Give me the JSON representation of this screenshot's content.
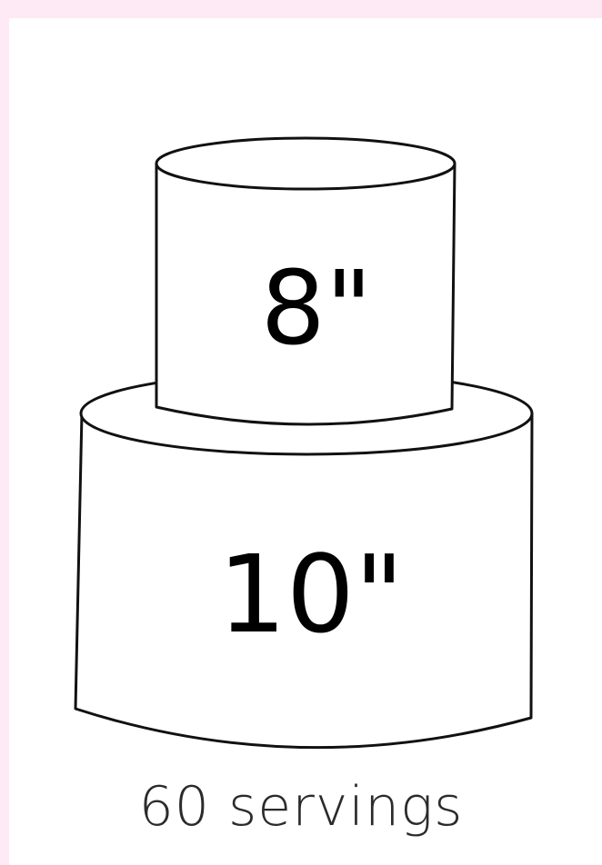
{
  "tiers": {
    "top": {
      "size_label": "8\""
    },
    "bottom": {
      "size_label": "10\""
    }
  },
  "servings_label": "60 servings",
  "colors": {
    "page_background": "#fdeaf4",
    "card_background": "#ffffff",
    "outline": "#111111",
    "text": "#2b2b2b"
  }
}
